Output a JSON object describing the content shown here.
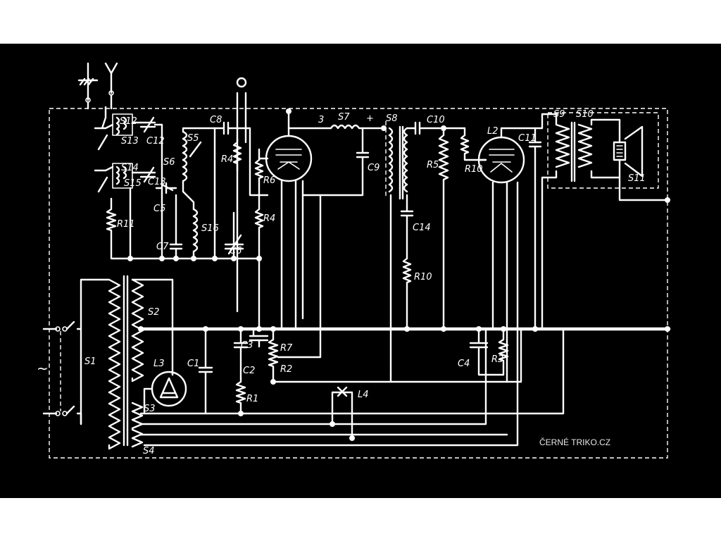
{
  "labels": {
    "S12": "S12",
    "S13": "S13",
    "C12": "C12",
    "S14": "S14",
    "S15": "S15",
    "C13": "C13",
    "C5": "C5",
    "S6": "S6",
    "S5": "S5",
    "C8": "C8",
    "R4top": "R4",
    "R6": "R6",
    "S7": "S7",
    "S8": "S8",
    "C10": "C10",
    "C9": "C9",
    "R5": "R5",
    "R10top": "R10",
    "L2": "L2",
    "C11": "C11",
    "S9": "S9",
    "S10": "S10",
    "S11": "S11",
    "R11": "R11",
    "C7": "C7",
    "S16": "S16",
    "C6": "C6",
    "R4": "R4",
    "C14": "C14",
    "R10": "R10",
    "S1": "S1",
    "S2": "S2",
    "L3": "L3",
    "C1": "C1",
    "C3": "C3",
    "C2": "C2",
    "R7": "R7",
    "R2": "R2",
    "R1": "R1",
    "L4": "L4",
    "C4": "C4",
    "R3": "R3",
    "S3": "S3",
    "S4": "S4",
    "n3": "3",
    "plus": "+",
    "tilde": "~"
  },
  "watermark": "ČERNÉ TRIKO.CZ",
  "colors": {
    "background": "#000000",
    "ink": "#ffffff",
    "page": "#ffffff"
  }
}
